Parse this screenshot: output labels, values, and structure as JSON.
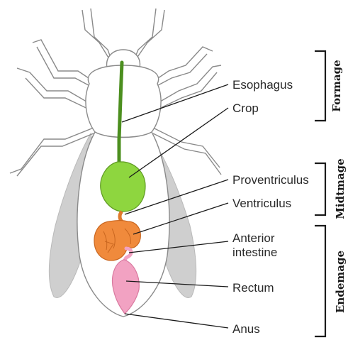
{
  "labels": {
    "esophagus": "Esophagus",
    "crop": "Crop",
    "proventriculus": "Proventriculus",
    "ventriculus": "Ventriculus",
    "anterior_intestine_line1": "Anterior",
    "anterior_intestine_line2": "intestine",
    "rectum": "Rectum",
    "anus": "Anus"
  },
  "regions": {
    "foregut": "Formage",
    "midgut": "Midtmage",
    "hindgut": "Endemage"
  },
  "colors": {
    "outline": "#8a8a8a",
    "wings": "#cfcfcf",
    "esophagus": "#4c8f1f",
    "crop": "#8ed63f",
    "ventriculus": "#f08a3c",
    "intestine_rectum": "#f2a2c2",
    "leader_lines": "#1a1a1a",
    "brackets": "#1a1a1a"
  }
}
